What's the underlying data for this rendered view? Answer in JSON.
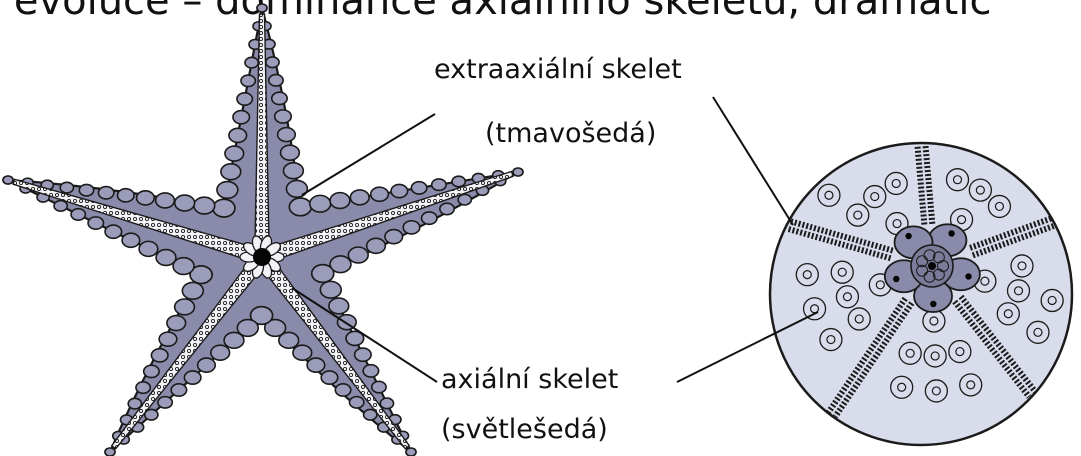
{
  "title_fragment": "i evoluce – dominance axiálního skeletu, dramatic",
  "labels": {
    "extraaxial_line1": "extraaxiální skelet",
    "extraaxial_line2": "(tmavošedá)",
    "axial_line1": "axiální skelet",
    "axial_line2": "(světlešedá)"
  },
  "colors": {
    "dark_grey_plate": "#8a8aaa",
    "light_grey_plate": "#d9dcea",
    "outline": "#1b1b1b",
    "line": "#111111"
  }
}
